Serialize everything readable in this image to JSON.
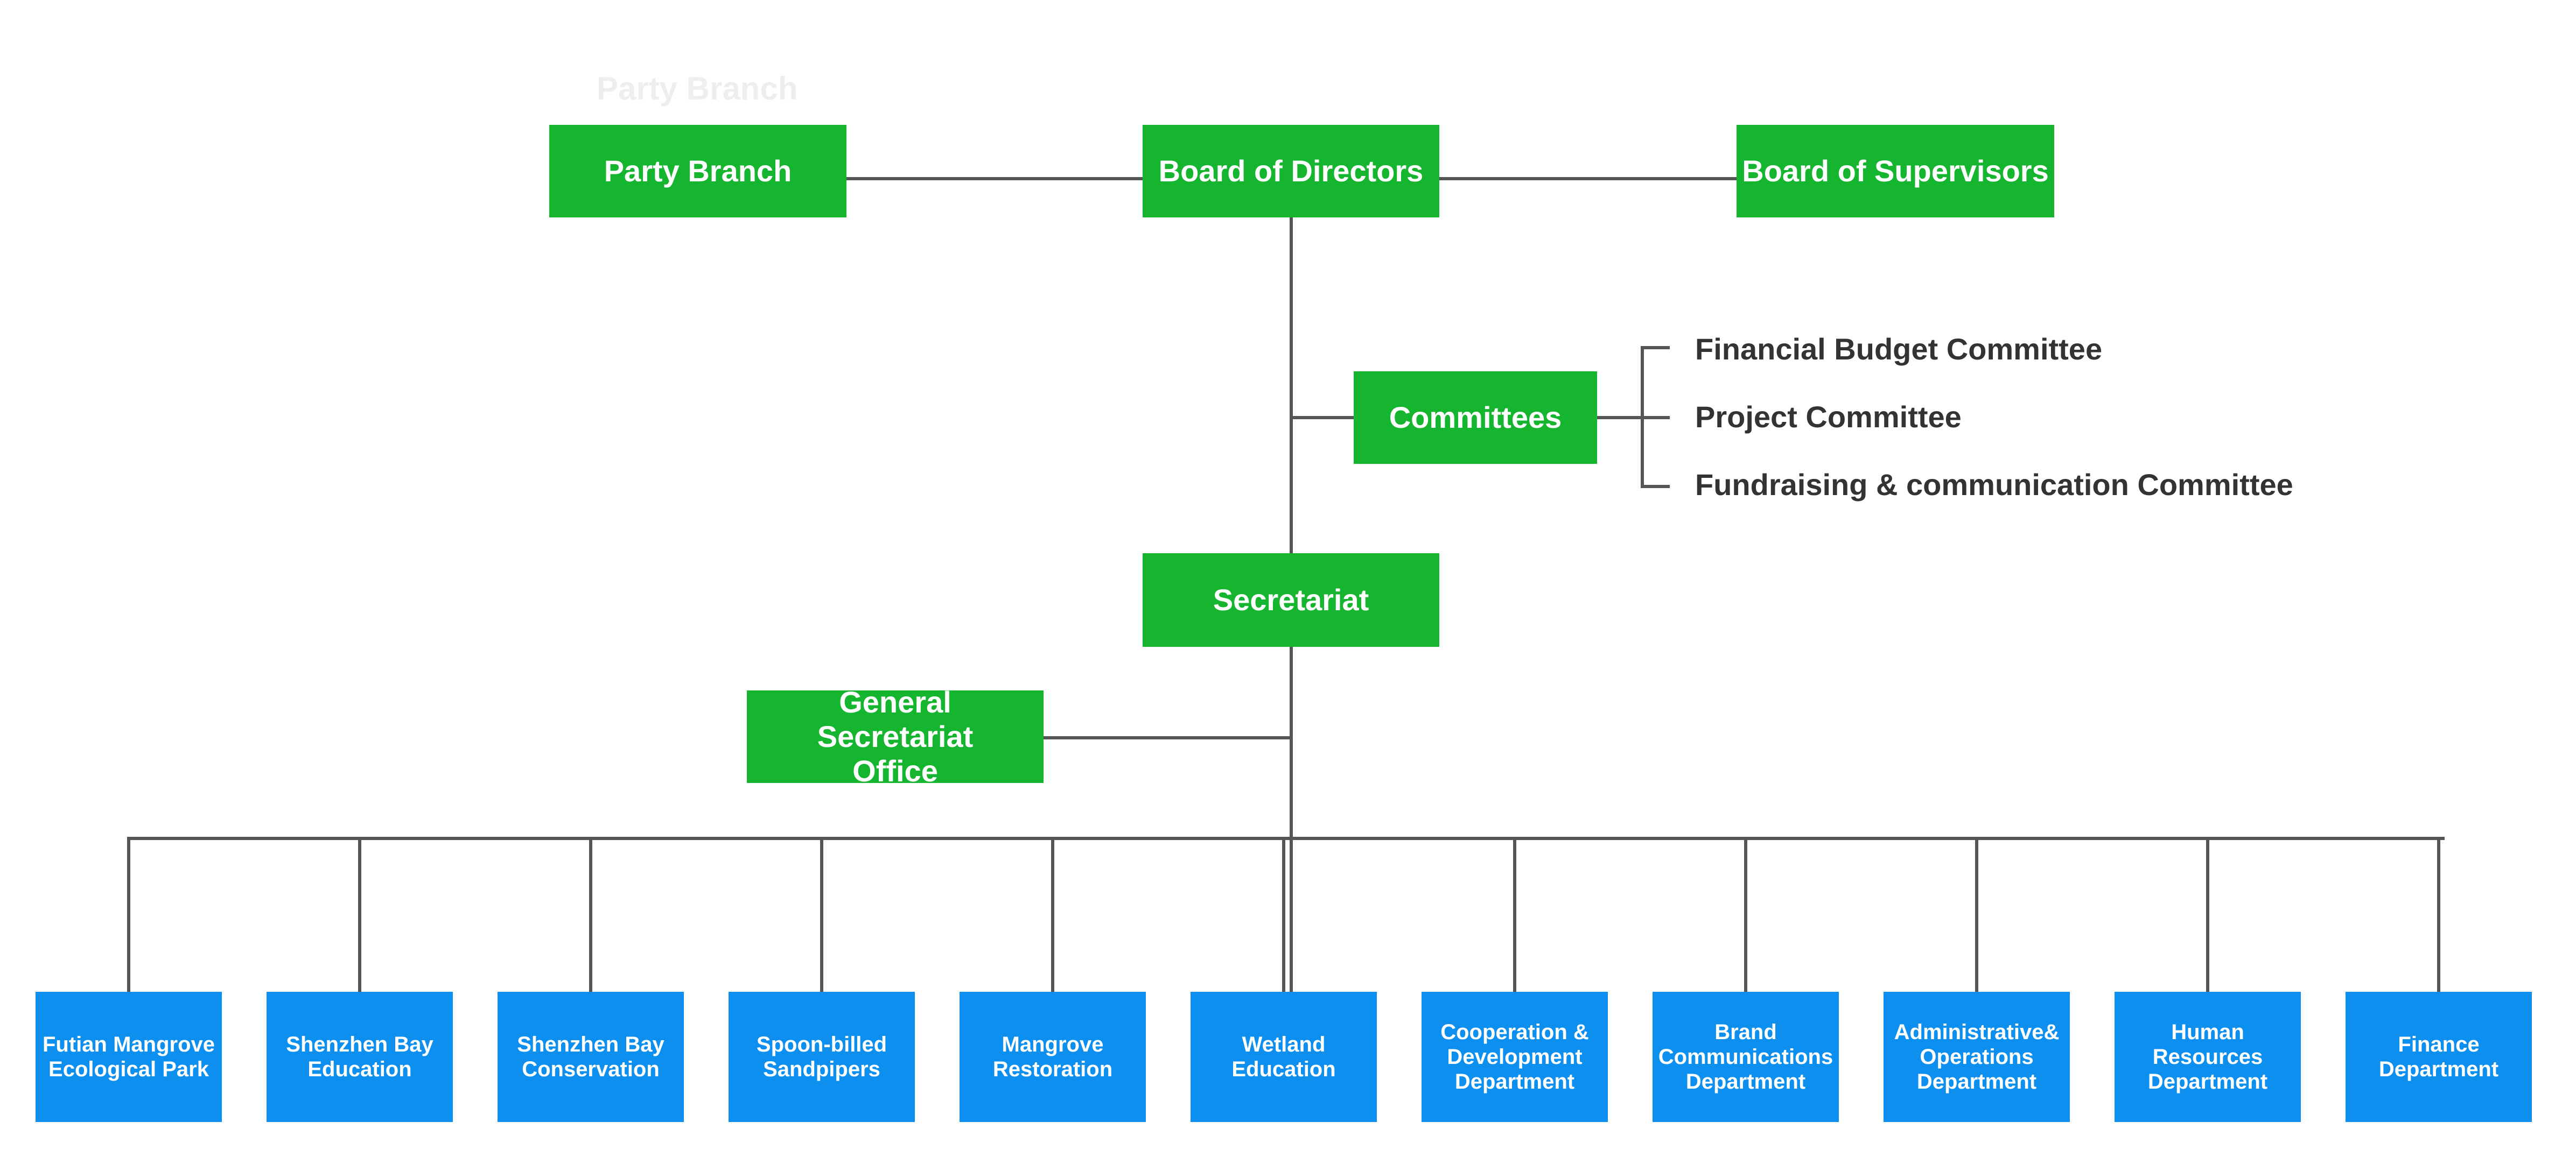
{
  "colors": {
    "governance": "#16b52f",
    "department": "#0d8ff0",
    "connector": "#555555",
    "text": "#333333"
  },
  "faint_label": "Party Branch",
  "top_row": {
    "party_branch": "Party Branch",
    "board_of_directors": "Board of Directors",
    "board_of_supervisors": "Board of Supervisors"
  },
  "committees": {
    "label": "Committees",
    "items": [
      "Financial Budget Committee",
      "Project Committee",
      "Fundraising & communication Committee"
    ]
  },
  "secretariat": "Secretariat",
  "general_office": "General Secretariat Office",
  "departments": [
    "Futian Mangrove Ecological Park",
    "Shenzhen Bay Education",
    "Shenzhen Bay Conservation",
    "Spoon-billed Sandpipers",
    "Mangrove Restoration",
    "Wetland Education",
    "Cooperation & Development Department",
    "Brand Communications Department",
    "Administrative& Operations Department",
    "Human Resources Department",
    "Finance Department"
  ]
}
